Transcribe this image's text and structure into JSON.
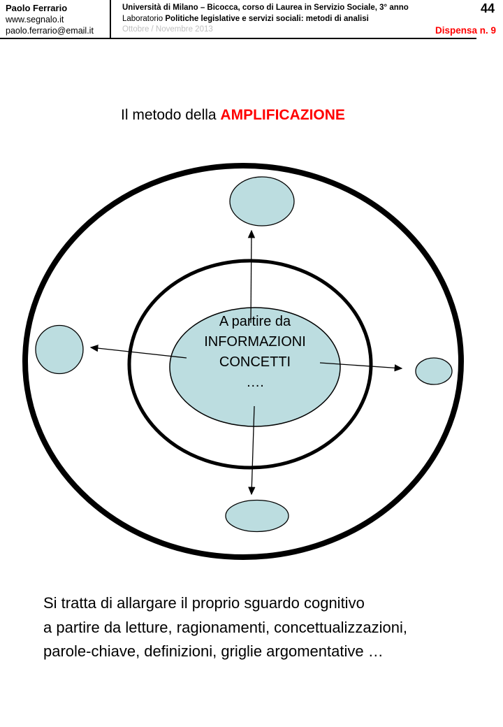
{
  "header": {
    "author": {
      "name": "Paolo Ferrario",
      "website": "www.segnalo.it",
      "email": "paolo.ferrario@email.it"
    },
    "course": {
      "line1": "Università di Milano – Bicocca, corso di  Laurea in Servizio Sociale, 3° anno",
      "line2_prefix": "Laboratorio ",
      "line2_bold": "Politiche legislative e servizi sociali: metodi di analisi",
      "line3": "Ottobre / Novembre 2013"
    },
    "page_number": "44",
    "dispensa": "Dispensa n. 9"
  },
  "title": {
    "prefix": "Il metodo della ",
    "highlight": "AMPLIFICAZIONE"
  },
  "diagram": {
    "center_lines": [
      "A partire da",
      "INFORMAZIONI",
      "CONCETTI",
      "…."
    ],
    "node_fill": "#bcdde0",
    "stroke_color": "#000000"
  },
  "footer": {
    "line1": "Si tratta di allargare il proprio sguardo cognitivo",
    "line2": "a partire da letture, ragionamenti, concettualizzazioni,",
    "line3": "parole-chiave, definizioni, griglie argomentative …"
  },
  "colors": {
    "accent_red": "#ff0000",
    "muted_gray": "#c0c0c0"
  }
}
